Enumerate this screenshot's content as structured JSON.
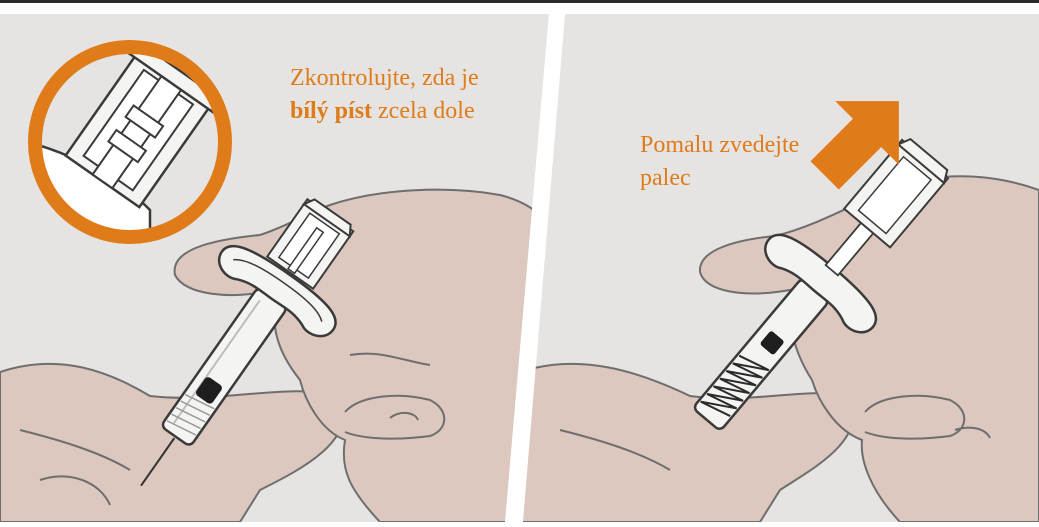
{
  "left_panel": {
    "caption_line1": "Zkontrolujte, zda je",
    "caption_bold": "bílý píst",
    "caption_rest": " zcela dole"
  },
  "right_panel": {
    "caption_line1": "Pomalu zvedejte",
    "caption_line2": "palec"
  },
  "colors": {
    "background": "#E5E4E2",
    "skin": "#DCC8BE",
    "outline": "#3A3A3A",
    "accent_orange": "#E07B1A",
    "syringe_body": "#F4F4F2"
  }
}
